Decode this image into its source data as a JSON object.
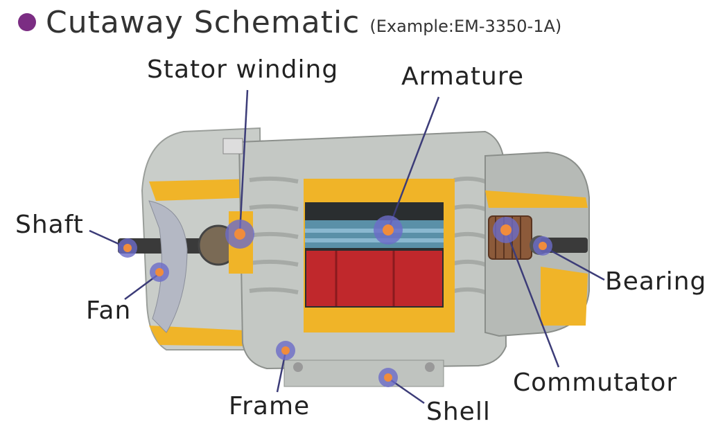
{
  "header": {
    "title": "Cutaway Schematic",
    "subtitle": "(Example:EM-3350-1A)"
  },
  "labels": {
    "stator_winding": "Stator winding",
    "armature": "Armature",
    "shaft": "Shaft",
    "fan": "Fan",
    "bearing": "Bearing",
    "commutator": "Commutator",
    "frame": "Frame",
    "shell": "Shell"
  },
  "colors": {
    "bullet": "#7b2d83",
    "leader": "#3c3c78",
    "marker_halo": "#6c6cc8",
    "marker_dot": "#f08c3c",
    "housing": "#c8ccc8",
    "cut_paint": "#f0b428",
    "copper_red": "#c0282c"
  }
}
